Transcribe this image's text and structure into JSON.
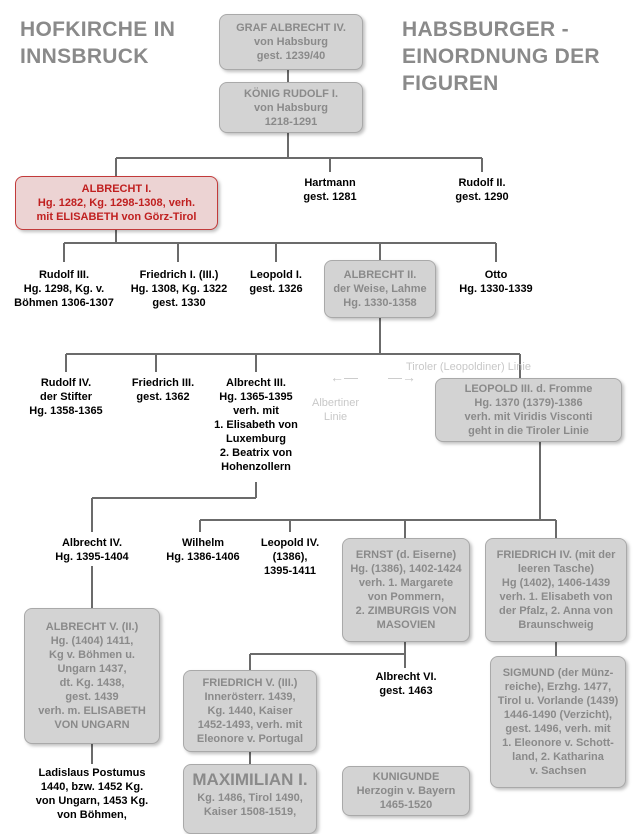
{
  "title_left": [
    "HOFKIRCHE IN",
    "INNSBRUCK"
  ],
  "title_right": [
    "HABSBURGER -",
    "EINORDNUNG DER",
    "FIGUREN"
  ],
  "graf_albrecht": [
    "GRAF ALBRECHT IV.",
    "von Habsburg",
    "gest. 1239/40"
  ],
  "rudolf_i": [
    "KÖNIG RUDOLF I.",
    "von Habsburg",
    "1218-1291"
  ],
  "albrecht_i": [
    "ALBRECHT I.",
    "Hg. 1282, Kg. 1298-1308, verh.",
    "mit ELISABETH von Görz-Tirol"
  ],
  "hartmann": [
    "Hartmann",
    "gest. 1281"
  ],
  "rudolf_ii": [
    "Rudolf II.",
    "gest. 1290"
  ],
  "rudolf_iii": [
    "Rudolf III.",
    "Hg. 1298, Kg. v.",
    "Böhmen 1306-1307"
  ],
  "friedrich_i": [
    "Friedrich I. (III.)",
    "Hg. 1308, Kg. 1322",
    "gest. 1330"
  ],
  "leopold_i": [
    "Leopold I.",
    "gest. 1326"
  ],
  "albrecht_ii": [
    "ALBRECHT II.",
    "der Weise, Lahme",
    "Hg. 1330-1358"
  ],
  "otto": [
    "Otto",
    "Hg. 1330-1339"
  ],
  "tiroler_linie": "Tiroler (Leopoldiner) Linie",
  "albertiner_linie": [
    "Albertiner",
    "Linie"
  ],
  "arrow_left": "←—",
  "arrow_right": "—→",
  "rudolf_iv": [
    "Rudolf IV.",
    "der Stifter",
    "Hg. 1358-1365"
  ],
  "friedrich_iii": [
    "Friedrich III.",
    "gest. 1362"
  ],
  "albrecht_iii": [
    "Albrecht III.",
    "Hg. 1365-1395",
    "verh. mit",
    "1. Elisabeth von",
    "Luxemburg",
    "2. Beatrix von",
    "Hohenzollern"
  ],
  "leopold_iii": [
    "LEOPOLD III. d. Fromme",
    "Hg. 1370 (1379)-1386",
    "verh. mit Viridis Visconti",
    "geht in die Tiroler Linie"
  ],
  "albrecht_iv": [
    "Albrecht IV.",
    "Hg. 1395-1404"
  ],
  "wilhelm": [
    "Wilhelm",
    "Hg. 1386-1406"
  ],
  "leopold_iv": [
    "Leopold IV.",
    "(1386),",
    "1395-1411"
  ],
  "ernst": [
    "ERNST (d. Eiserne)",
    "Hg. (1386), 1402-1424",
    "verh. 1. Margarete",
    "von Pommern,",
    "2. ZIMBURGIS VON",
    "MASOVIEN"
  ],
  "friedrich_iv": [
    "FRIEDRICH IV. (mit der",
    "leeren Tasche)",
    "Hg (1402), 1406-1439",
    "verh. 1. Elisabeth von",
    "der Pfalz, 2. Anna von",
    "Braunschweig"
  ],
  "albrecht_v": [
    "ALBRECHT V. (II.)",
    "Hg. (1404) 1411,",
    "Kg v. Böhmen u.",
    "Ungarn 1437,",
    "dt. Kg. 1438,",
    "gest. 1439",
    "verh. m. ELISABETH",
    "VON UNGARN"
  ],
  "albrecht_vi": [
    "Albrecht VI.",
    "gest. 1463"
  ],
  "sigmund": [
    "SIGMUND (der Münz-",
    "reiche), Erzhg. 1477,",
    "Tirol u. Vorlande (1439)",
    "1446-1490 (Verzicht),",
    "gest. 1496, verh. mit",
    "1. Eleonore v. Schott-",
    "land, 2. Katharina",
    "v. Sachsen"
  ],
  "friedrich_v": [
    "FRIEDRICH V. (III.)",
    "Innerösterr. 1439,",
    "Kg. 1440, Kaiser",
    "1452-1493, verh. mit",
    "Eleonore v. Portugal"
  ],
  "ladislaus": [
    "Ladislaus Postumus",
    "1440, bzw. 1452 Kg.",
    "von Ungarn, 1453 Kg.",
    "von Böhmen,"
  ],
  "maximilian": [
    "MAXIMILIAN I.",
    "Kg. 1486, Tirol 1490,",
    "Kaiser 1508-1519,"
  ],
  "kunigunde": [
    "KUNIGUNDE",
    "Herzogin v. Bayern",
    "1465-1520"
  ]
}
